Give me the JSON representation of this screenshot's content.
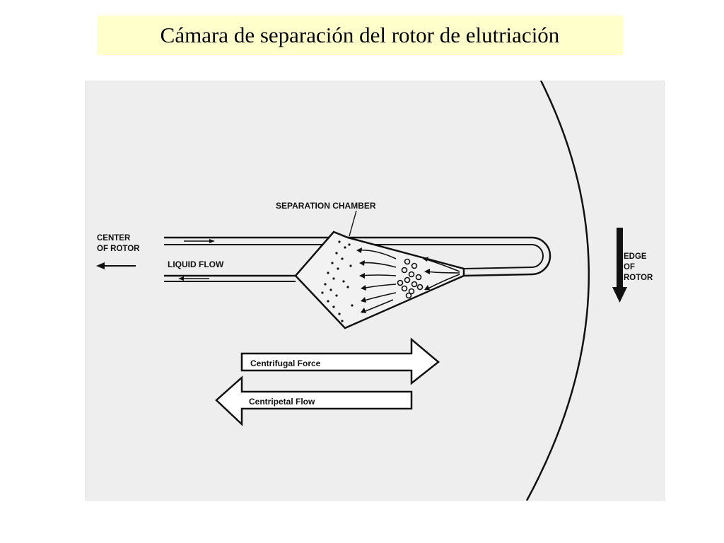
{
  "page": {
    "title": "Cámara de separación del rotor de elutriación"
  },
  "diagram": {
    "labels": {
      "separation_chamber": "SEPARATION CHAMBER",
      "center_line1": "CENTER",
      "center_line2": "OF ROTOR",
      "liquid_flow": "LIQUID FLOW",
      "edge_line1": "EDGE",
      "edge_line2": "OF",
      "edge_line3": "ROTOR",
      "centrifugal_force": "Centrifugal Force",
      "centripetal_flow": "Centripetal Flow"
    },
    "colors": {
      "background": "#ffffff",
      "figure_bg": "#eeeeee",
      "title_bg": "#ffffcc",
      "ink": "#111111"
    }
  }
}
